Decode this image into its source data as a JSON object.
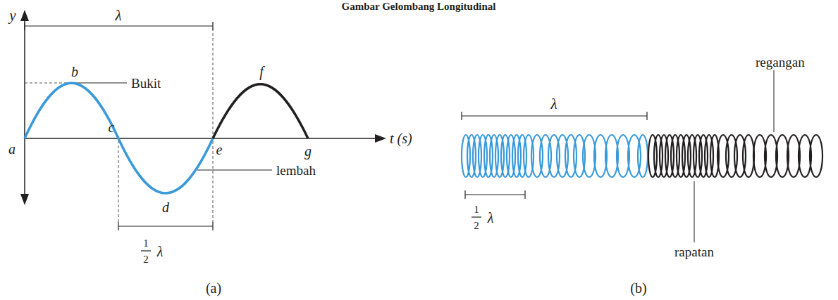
{
  "diagram": {
    "title": "Gambar Gelombang Longitudinal",
    "labels": [
      "y",
      "λ",
      "b",
      "Bukit",
      "c",
      "t (s)",
      "a",
      "e",
      "f",
      "g",
      "lembah",
      "d",
      "1",
      "2",
      "λ",
      "(a)",
      "λ",
      "regangan",
      "1",
      "2",
      "λ",
      "rapatan",
      "(b)"
    ]
  }
}
